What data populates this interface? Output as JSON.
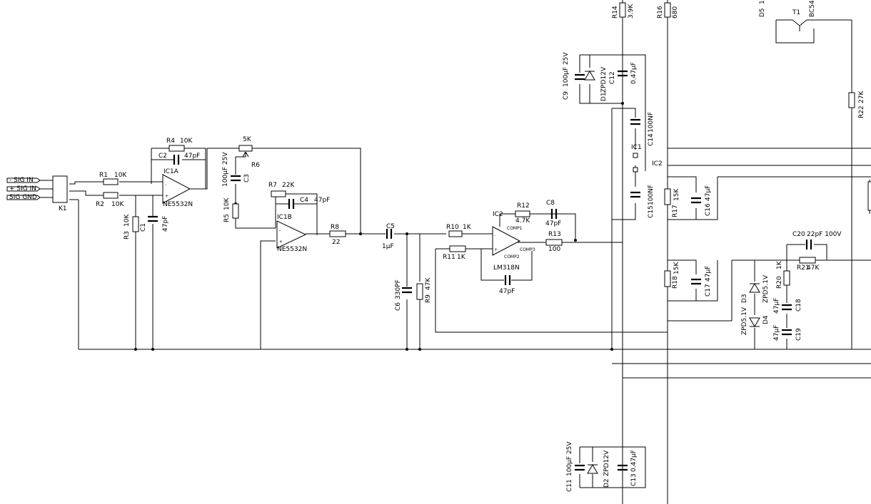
{
  "connectors": [
    {
      "id": "sig_in_neg",
      "label": "- SIG IN"
    },
    {
      "id": "sig_in_pos",
      "label": "+ SIG IN"
    },
    {
      "id": "sig_gnd",
      "label": "SIG GND"
    }
  ],
  "labels": {
    "k1": "K1",
    "r1": "R1",
    "r1v": "10K",
    "r2": "R2",
    "r2v": "10K",
    "r3": "R3",
    "r3v": "10K",
    "c1": "C1",
    "c1v": "47pF",
    "r4": "R4",
    "r4v": "10K",
    "c2": "C2",
    "c2v": "47pF",
    "ic1a": "IC1A",
    "ic1a_part": "NE5532N",
    "r6": "R6",
    "r6v": "5K",
    "c3": "C3",
    "c3v": "100µF 25V",
    "r5": "R5",
    "r5v": "10K",
    "r7": "R7",
    "r7v": "22K",
    "c4": "C4",
    "c4v": "47pF",
    "ic1b": "IC1B",
    "ic1b_part": "NE5532N",
    "r8": "R8",
    "r8v": "22",
    "c5": "C5",
    "c5v": "1µF",
    "c6": "C6",
    "c6v": "330PF",
    "r9": "R9",
    "r9v": "47K",
    "r10": "R10",
    "r10v": "1K",
    "r11": "R11",
    "r11v": "1K",
    "r12": "R12",
    "r12v": "4.7K",
    "c8": "C8",
    "c8v": "47pF",
    "r13": "R13",
    "r13v": "100",
    "ic2": "IC2",
    "ic2_part": "LM318N",
    "ic2_comp1": "COMP1",
    "ic2_comp2": "COMP2",
    "ic2_comp3": "COMP3",
    "c7v": "47pF",
    "r14": "R14",
    "r14v": "3.9K",
    "r16": "R16",
    "r16v": "680",
    "c9": "C9",
    "c9v": "100µF 25V",
    "d1": "D1",
    "d1v": "ZPD12V",
    "c12": "C12",
    "c12v": "0.47µF",
    "c14": "C14",
    "c14v": "100NF",
    "c15": "C15",
    "c15v": "100NF",
    "ic1_sup": "IC1",
    "ic2_sup": "IC2",
    "r17": "R17",
    "r17v": "15K",
    "c16": "C16",
    "c16v": "47µF",
    "r18": "R18",
    "r18v": "15K",
    "c17": "C17",
    "c17v": "47µF",
    "c11": "C11",
    "c11v": "100µF 25V",
    "d2": "D2",
    "d2v": "ZPD12V",
    "c13": "C13",
    "c13v": "0.47µF",
    "d5": "D5",
    "d5v": "1",
    "t1": "T1",
    "t1v": "BC54",
    "r22": "R22",
    "r22v": "27K",
    "c20": "C20",
    "c20v": "22pF 100V",
    "r21": "R21",
    "r21v": "47K",
    "r20": "R20",
    "r20v": "1K",
    "d3": "D3",
    "d3v": "ZPD5.1V",
    "d4": "D4",
    "d4v": "ZPD5.1V",
    "c18": "C18",
    "c18v": "47µF",
    "c19": "C19",
    "c19v": "47µF"
  }
}
